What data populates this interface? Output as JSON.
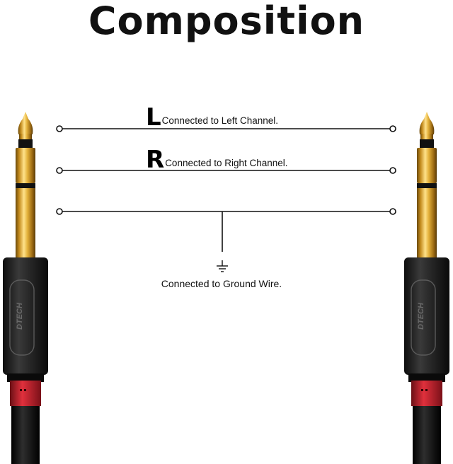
{
  "title": "Composition",
  "wires": {
    "left": {
      "letter": "L",
      "text": "Connected to Left Channel."
    },
    "right": {
      "letter": "R",
      "text": "Connected to Right Channel."
    },
    "ground": {
      "text": "Connected to Ground Wire."
    }
  },
  "colors": {
    "gold": "#d9a520",
    "housing": "#1e1e1e",
    "collar": "#c4202c",
    "cable": "#0d0d0d",
    "line": "#111111"
  },
  "icons": [
    "ground-symbol-icon",
    "brand-logo"
  ]
}
